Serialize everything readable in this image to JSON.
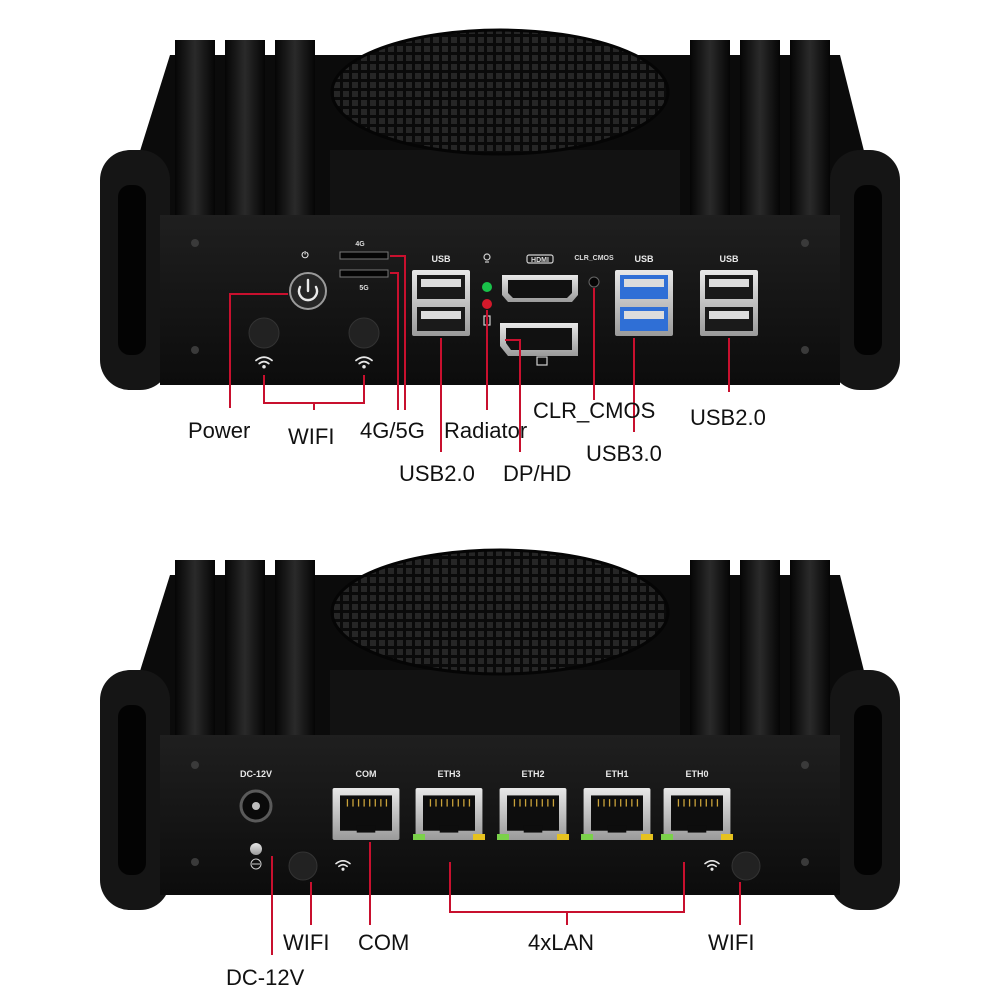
{
  "colors": {
    "leader": "#c8102e",
    "chassis": "#1a1a1a",
    "chassis_face": "#151515",
    "fin": "#101010",
    "usb3_blue": "#2f6fd6",
    "led_green": "#19c24a",
    "led_red": "#d3192b",
    "lan_led_green": "#7bd14a",
    "lan_led_yellow": "#e6c21f"
  },
  "front_panel": {
    "silkscreen": {
      "power_symbol": "⏻",
      "sim_4g": "4G",
      "sim_5g": "5G",
      "usb_left": "USB",
      "hdmi": "HDMI",
      "clr_cmos": "CLR_CMOS",
      "usb_mid": "USB",
      "usb_right": "USB"
    },
    "callouts": {
      "power": "Power",
      "wifi": "WIFI",
      "sim": "4G/5G",
      "radiator": "Radiator",
      "usb2_left": "USB2.0",
      "dp_hd": "DP/HD",
      "clr_cmos": "CLR_CMOS",
      "usb3": "USB3.0",
      "usb2_right": "USB2.0"
    }
  },
  "rear_panel": {
    "silkscreen": {
      "dc": "DC-12V",
      "com": "COM",
      "eth3": "ETH3",
      "eth2": "ETH2",
      "eth1": "ETH1",
      "eth0": "ETH0"
    },
    "callouts": {
      "wifi_left": "WIFI",
      "com": "COM",
      "lan": "4xLAN",
      "wifi_right": "WIFI",
      "dc": "DC-12V"
    }
  },
  "icons": [
    "power-icon",
    "wifi-icon",
    "ground-icon"
  ]
}
